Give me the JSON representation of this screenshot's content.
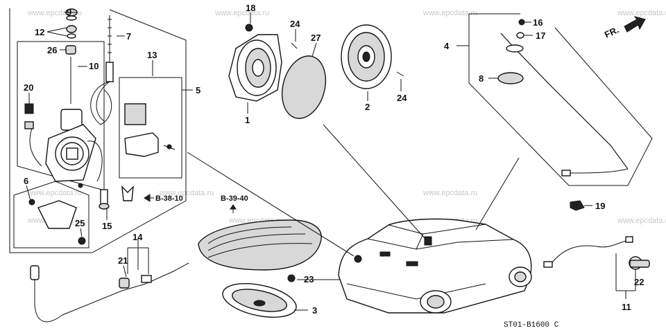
{
  "watermark": "www.epcdata.ru",
  "diagram_code": "ST01-B1600 C",
  "direction_label": "FR.",
  "references": {
    "b38_10": "B-38-10",
    "b39_40": "B-39-40"
  },
  "callouts": {
    "c1": "1",
    "c2": "2",
    "c3": "3",
    "c4": "4",
    "c5": "5",
    "c6": "6",
    "c7": "7",
    "c8": "8",
    "c9": "9",
    "c10": "10",
    "c11": "11",
    "c12": "12",
    "c13": "13",
    "c14": "14",
    "c15": "15",
    "c16": "16",
    "c17": "17",
    "c18": "18",
    "c19": "19",
    "c20": "20",
    "c21": "21",
    "c22": "22",
    "c23": "23",
    "c24a": "24",
    "c24b": "24",
    "c25": "25",
    "c26": "26",
    "c27": "27"
  }
}
